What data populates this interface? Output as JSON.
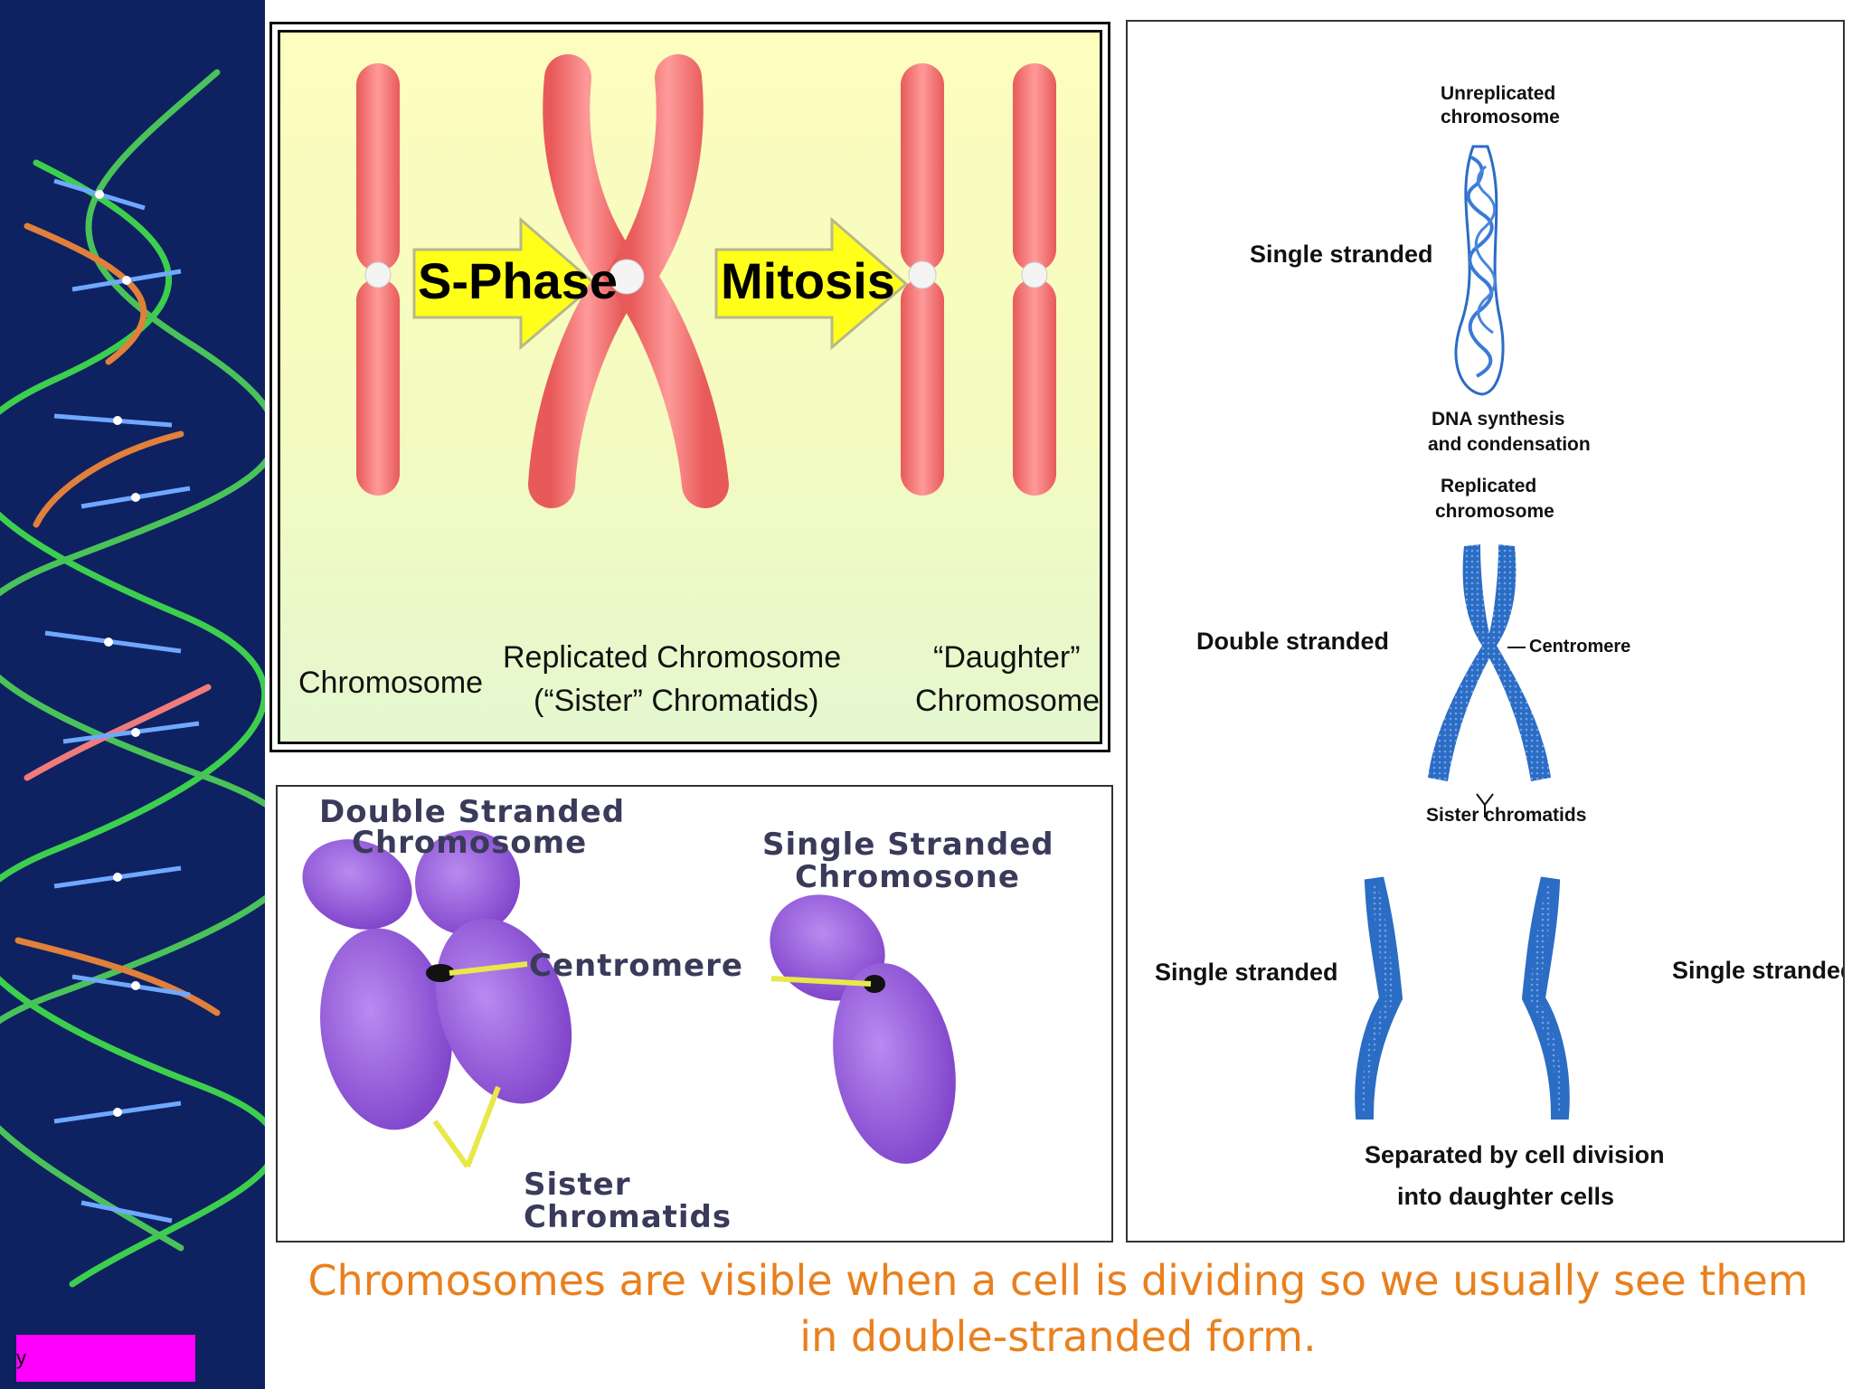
{
  "sidebar": {
    "tag_text": "y",
    "tag_color": "#ff00ff",
    "background": "#0e2160"
  },
  "panel_top": {
    "chromosome_label": "Chromosome",
    "arrow1_label": "S-Phase",
    "replicated_line1": "Replicated Chromosome",
    "replicated_line2": "(“Sister” Chromatids)",
    "arrow2_label": "Mitosis",
    "daughter_line1": "“Daughter”",
    "daughter_line2": "Chromosomes",
    "chromosome_color": "#f37a7a",
    "arrow_color": "#ffff1a"
  },
  "panel_bottom": {
    "double_line1": "Double Stranded",
    "double_line2": "Chromosome",
    "single_line1": "Single Stranded",
    "single_line2": "Chromosone",
    "centromere": "Centromere",
    "sister_line1": "Sister",
    "sister_line2": "Chromatids",
    "chromosome_color": "#9b59d9"
  },
  "panel_right": {
    "unreplicated_line1": "Unreplicated",
    "unreplicated_line2": "chromosome",
    "single_stranded_1": "Single stranded",
    "dna_line1": "DNA synthesis",
    "dna_line2": "and condensation",
    "replicated_line1": "Replicated",
    "replicated_line2": "chromosome",
    "double_stranded": "Double stranded",
    "centromere": "Centromere",
    "sister_chromatids": "Sister chromatids",
    "single_stranded_left": "Single stranded",
    "single_stranded_right": "Single stranded",
    "separated_line1": "Separated by cell division",
    "separated_line2": "into daughter cells",
    "chromosome_color": "#2b6cc4"
  },
  "caption": {
    "line1": "Chromosomes are visible when a cell is dividing so we usually see them",
    "line2": "in double-stranded form."
  }
}
